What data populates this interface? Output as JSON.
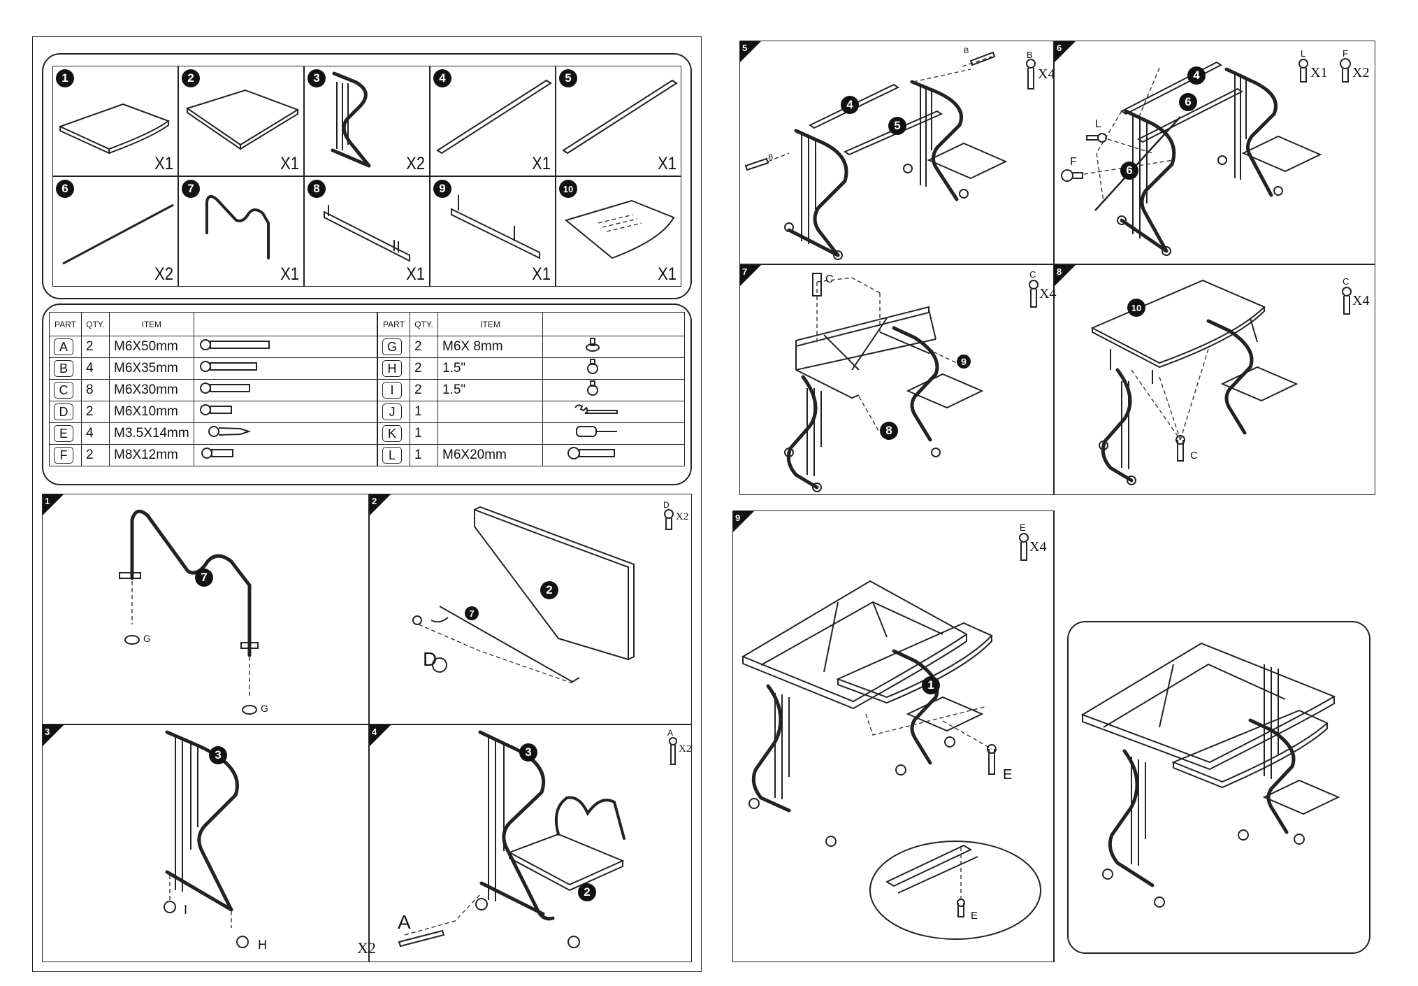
{
  "parts_grid": [
    {
      "num": "1",
      "qty": "X1"
    },
    {
      "num": "2",
      "qty": "X1"
    },
    {
      "num": "3",
      "qty": "X2"
    },
    {
      "num": "4",
      "qty": "X1"
    },
    {
      "num": "5",
      "qty": "X1"
    },
    {
      "num": "6",
      "qty": "X2"
    },
    {
      "num": "7",
      "qty": "X1"
    },
    {
      "num": "8",
      "qty": "X1"
    },
    {
      "num": "9",
      "qty": "X1"
    },
    {
      "num": "10",
      "qty": "X1"
    }
  ],
  "hardware_table": {
    "headers": {
      "part": "PART",
      "qty": "QTY.",
      "item": "ITEM"
    },
    "left": [
      {
        "part": "A",
        "qty": "2",
        "item": "M6X50mm"
      },
      {
        "part": "B",
        "qty": "4",
        "item": "M6X35mm"
      },
      {
        "part": "C",
        "qty": "8",
        "item": "M6X30mm"
      },
      {
        "part": "D",
        "qty": "2",
        "item": "M6X10mm"
      },
      {
        "part": "E",
        "qty": "4",
        "item": "M3.5X14mm"
      },
      {
        "part": "F",
        "qty": "2",
        "item": "M8X12mm"
      }
    ],
    "right": [
      {
        "part": "G",
        "qty": "2",
        "item": "M6X 8mm"
      },
      {
        "part": "H",
        "qty": "2",
        "item": "1.5\""
      },
      {
        "part": "I",
        "qty": "2",
        "item": "1.5\""
      },
      {
        "part": "J",
        "qty": "1",
        "item": ""
      },
      {
        "part": "K",
        "qty": "1",
        "item": ""
      },
      {
        "part": "L",
        "qty": "1",
        "item": "M6X20mm"
      }
    ]
  },
  "steps": {
    "s1": {
      "label": "1",
      "part": "7",
      "hw1": "G",
      "hw2": "G"
    },
    "s2": {
      "label": "2",
      "part_a": "2",
      "part_b": "7",
      "hw": "D",
      "callout_letter": "D",
      "callout_qty": "X2"
    },
    "s3": {
      "label": "3",
      "part": "3",
      "hw1": "I",
      "hw2": "H",
      "qty": "X2"
    },
    "s4": {
      "label": "4",
      "part_a": "3",
      "part_b": "2",
      "hw": "A",
      "callout_letter": "A",
      "callout_qty": "X2"
    },
    "s5": {
      "label": "5",
      "part_a": "4",
      "part_b": "5",
      "hw1": "B",
      "hw2": "B",
      "callout_letter": "B",
      "callout_qty": "X4"
    },
    "s6": {
      "label": "6",
      "part_a": "4",
      "part_b": "6",
      "part_c": "6",
      "hw1": "L",
      "hw2": "F",
      "callout1_letter": "L",
      "callout1_qty": "X1",
      "callout2_letter": "F",
      "callout2_qty": "X2"
    },
    "s7": {
      "label": "7",
      "part_a": "9",
      "part_b": "8",
      "hw": "C",
      "callout_letter": "C",
      "callout_qty": "X4"
    },
    "s8": {
      "label": "8",
      "part": "10",
      "hw": "C",
      "callout_letter": "C",
      "callout_qty": "X4"
    },
    "s9": {
      "label": "9",
      "part": "1",
      "hw1": "E",
      "hw2": "E",
      "callout_letter": "E",
      "callout_qty": "X4"
    }
  }
}
